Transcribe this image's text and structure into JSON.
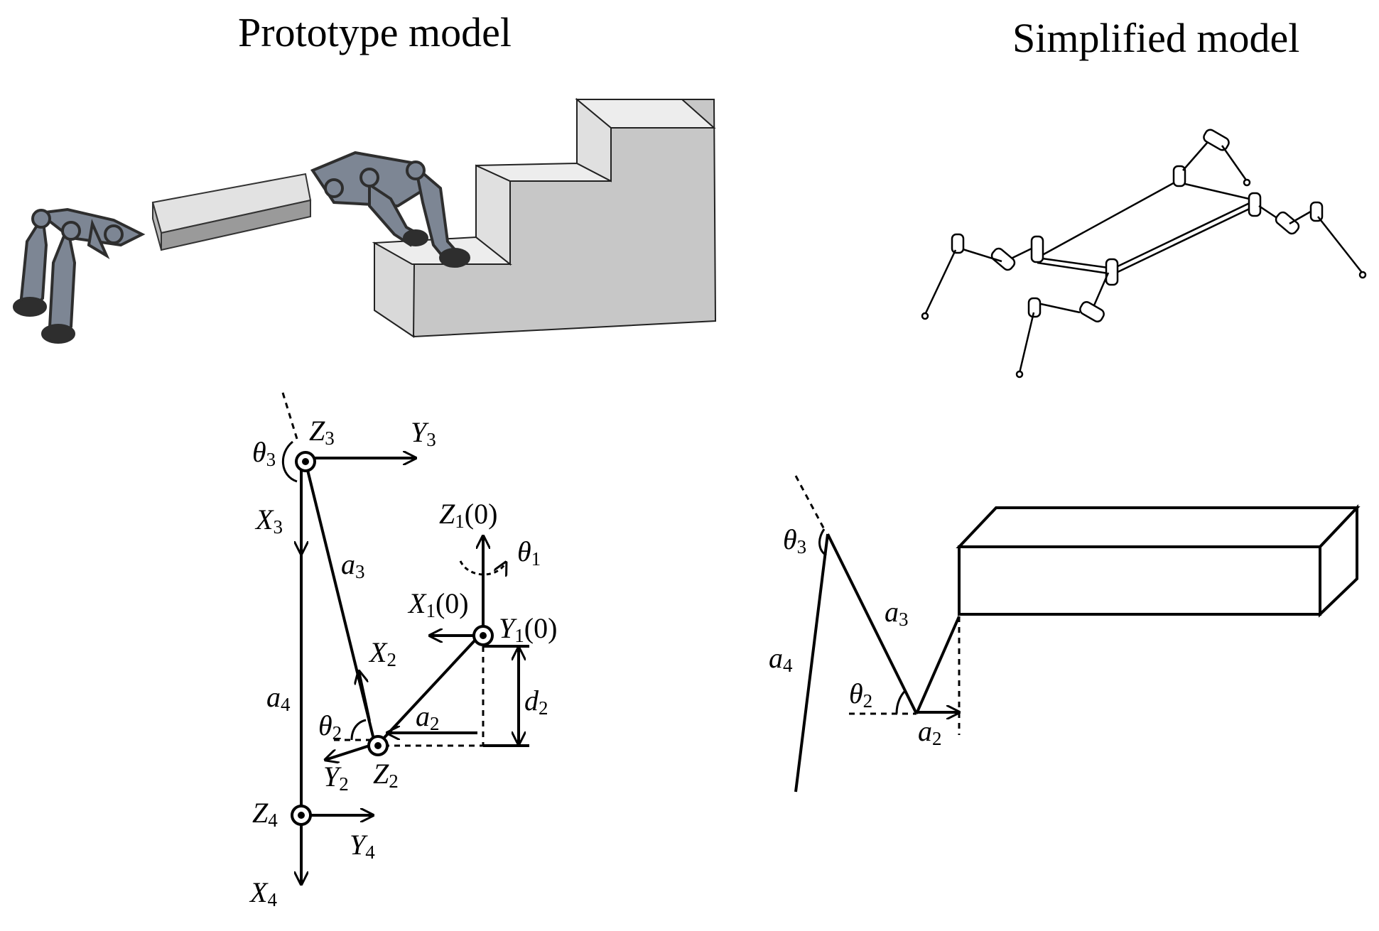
{
  "titles": {
    "left": "Prototype model",
    "right": "Simplified model"
  },
  "frames": {
    "z3": {
      "base": "Z",
      "sub": "3"
    },
    "y3": {
      "base": "Y",
      "sub": "3"
    },
    "x3": {
      "base": "X",
      "sub": "3"
    },
    "theta3": {
      "base": "θ",
      "sub": "3"
    },
    "a3": {
      "base": "a",
      "sub": "3"
    },
    "z1": {
      "base": "Z",
      "sub": "1",
      "suffix": "(0)"
    },
    "theta1": {
      "base": "θ",
      "sub": "1"
    },
    "x1": {
      "base": "X",
      "sub": "1",
      "suffix": "(0)"
    },
    "y1": {
      "base": "Y",
      "sub": "1",
      "suffix": "(0)"
    },
    "x2": {
      "base": "X",
      "sub": "2"
    },
    "a4": {
      "base": "a",
      "sub": "4"
    },
    "d2": {
      "base": "d",
      "sub": "2"
    },
    "theta2": {
      "base": "θ",
      "sub": "2"
    },
    "a2": {
      "base": "a",
      "sub": "2"
    },
    "y2": {
      "base": "Y",
      "sub": "2"
    },
    "z2": {
      "base": "Z",
      "sub": "2"
    },
    "z4": {
      "base": "Z",
      "sub": "4"
    },
    "y4": {
      "base": "Y",
      "sub": "4"
    },
    "x4": {
      "base": "X",
      "sub": "4"
    }
  },
  "simplified_labels": {
    "theta3": {
      "base": "θ",
      "sub": "3"
    },
    "a3": {
      "base": "a",
      "sub": "3"
    },
    "a4": {
      "base": "a",
      "sub": "4"
    },
    "theta2": {
      "base": "θ",
      "sub": "2"
    },
    "a2": {
      "base": "a",
      "sub": "2"
    }
  },
  "colors": {
    "stair_face": "#cfcfcf",
    "stair_front": "#bdbdbd",
    "stair_top": "#efefef",
    "robot_dark": "#2e2e2e",
    "robot_mid": "#7d8694",
    "body_light": "#dcdcdc"
  }
}
